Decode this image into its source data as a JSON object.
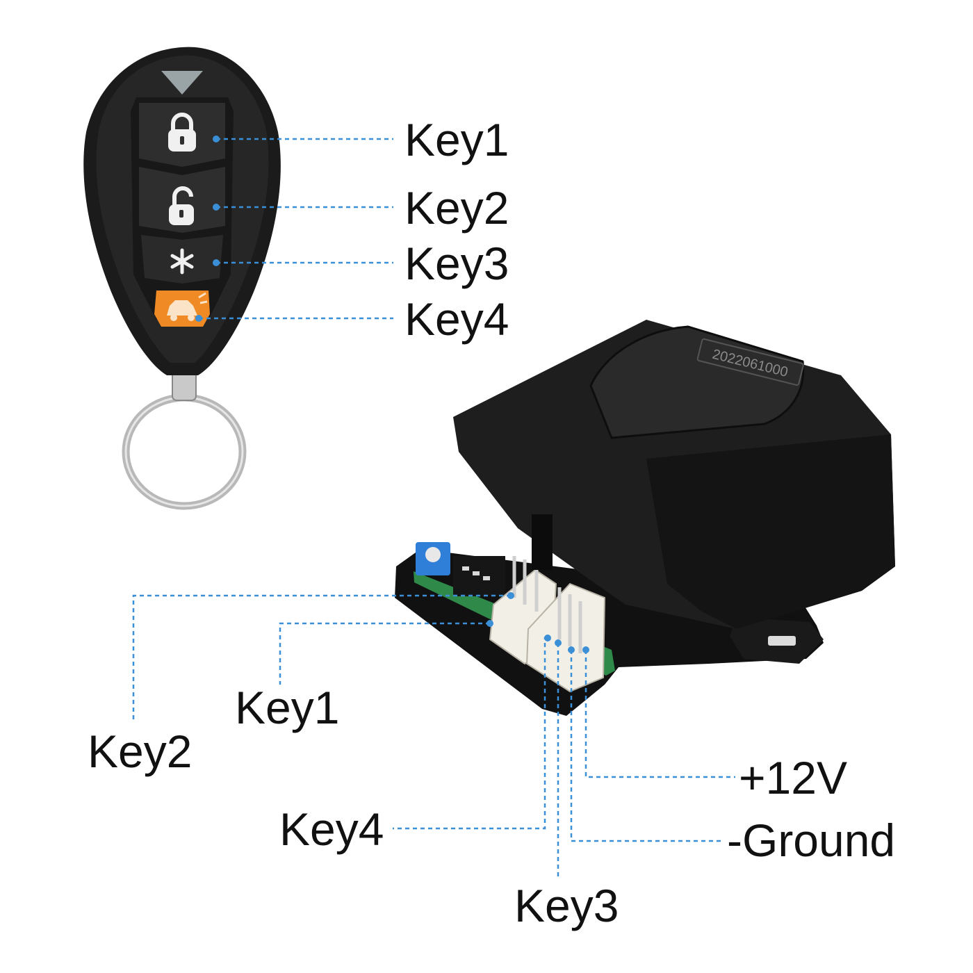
{
  "colors": {
    "background": "#ffffff",
    "leader_line": "#3a8fd6",
    "label_text": "#111111",
    "fob_body": "#1b1b1b",
    "fob_button": "#2c2c2c",
    "fob_panic_button": "#f08a24",
    "receiver_body": "#1e1e1e",
    "dip_switch": "#2f7fd8",
    "connector": "#f2efe6",
    "circuit_board": "#2f8a4a"
  },
  "remote_fob": {
    "buttons": [
      {
        "label": "Key1",
        "icon": "lock-closed-icon"
      },
      {
        "label": "Key2",
        "icon": "lock-open-icon"
      },
      {
        "label": "Key3",
        "icon": "asterisk-icon"
      },
      {
        "label": "Key4",
        "icon": "car-panic-icon"
      }
    ]
  },
  "receiver": {
    "serial_number": "2022061000",
    "wire_labels": {
      "key1": "Key1",
      "key2": "Key2",
      "key3": "Key3",
      "key4": "Key4",
      "power": "+12V",
      "ground": "-Ground"
    }
  }
}
